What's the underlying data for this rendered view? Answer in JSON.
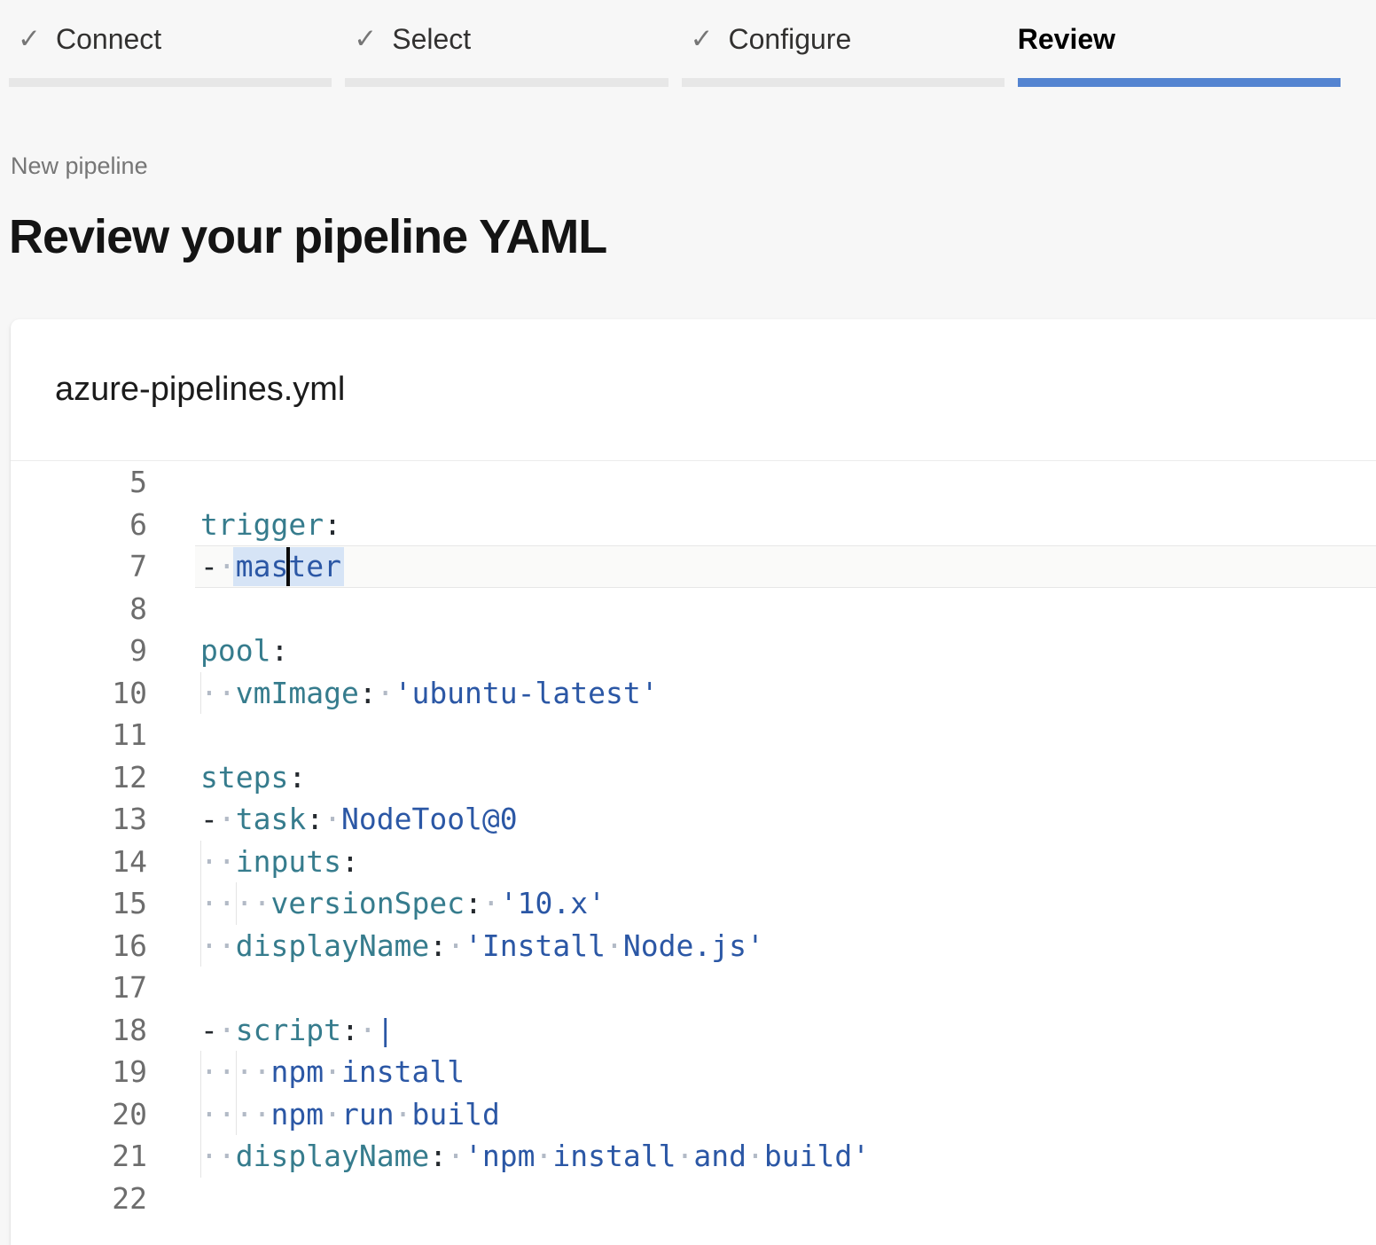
{
  "stepper": {
    "check_glyph": "✓",
    "steps": [
      {
        "label": "Connect",
        "completed": true,
        "active": false
      },
      {
        "label": "Select",
        "completed": true,
        "active": false
      },
      {
        "label": "Configure",
        "completed": true,
        "active": false
      },
      {
        "label": "Review",
        "completed": false,
        "active": true
      }
    ]
  },
  "page": {
    "eyebrow": "New pipeline",
    "title": "Review your pipeline YAML"
  },
  "card": {
    "filename": "azure-pipelines.yml"
  },
  "editor": {
    "lines": [
      {
        "num": 5,
        "tokens": []
      },
      {
        "num": 6,
        "tokens": [
          [
            "key",
            "trigger"
          ],
          [
            "punc",
            ":"
          ]
        ]
      },
      {
        "num": 7,
        "current": true,
        "cursorCol": 5,
        "selection": {
          "startCol": 2,
          "endCol": 8
        },
        "tokens": [
          [
            "punc",
            "-"
          ],
          [
            "ws",
            " "
          ],
          [
            "val",
            "master"
          ]
        ]
      },
      {
        "num": 8,
        "tokens": []
      },
      {
        "num": 9,
        "tokens": [
          [
            "key",
            "pool"
          ],
          [
            "punc",
            ":"
          ]
        ]
      },
      {
        "num": 10,
        "tokens": [
          [
            "ws",
            "  "
          ],
          [
            "key",
            "vmImage"
          ],
          [
            "punc",
            ":"
          ],
          [
            "ws",
            " "
          ],
          [
            "str",
            "'ubuntu-latest'"
          ]
        ]
      },
      {
        "num": 11,
        "tokens": []
      },
      {
        "num": 12,
        "tokens": [
          [
            "key",
            "steps"
          ],
          [
            "punc",
            ":"
          ]
        ]
      },
      {
        "num": 13,
        "tokens": [
          [
            "punc",
            "-"
          ],
          [
            "ws",
            " "
          ],
          [
            "key",
            "task"
          ],
          [
            "punc",
            ":"
          ],
          [
            "ws",
            " "
          ],
          [
            "val",
            "NodeTool@0"
          ]
        ]
      },
      {
        "num": 14,
        "tokens": [
          [
            "ws",
            "  "
          ],
          [
            "key",
            "inputs"
          ],
          [
            "punc",
            ":"
          ]
        ]
      },
      {
        "num": 15,
        "tokens": [
          [
            "ws",
            "    "
          ],
          [
            "key",
            "versionSpec"
          ],
          [
            "punc",
            ":"
          ],
          [
            "ws",
            " "
          ],
          [
            "str",
            "'10.x'"
          ]
        ]
      },
      {
        "num": 16,
        "tokens": [
          [
            "ws",
            "  "
          ],
          [
            "key",
            "displayName"
          ],
          [
            "punc",
            ":"
          ],
          [
            "ws",
            " "
          ],
          [
            "str",
            "'Install Node.js'"
          ]
        ]
      },
      {
        "num": 17,
        "tokens": []
      },
      {
        "num": 18,
        "tokens": [
          [
            "punc",
            "-"
          ],
          [
            "ws",
            " "
          ],
          [
            "key",
            "script"
          ],
          [
            "punc",
            ":"
          ],
          [
            "ws",
            " "
          ],
          [
            "pipe",
            "|"
          ]
        ]
      },
      {
        "num": 19,
        "tokens": [
          [
            "ws",
            "    "
          ],
          [
            "val",
            "npm"
          ],
          [
            "ws",
            " "
          ],
          [
            "val",
            "install"
          ]
        ]
      },
      {
        "num": 20,
        "tokens": [
          [
            "ws",
            "    "
          ],
          [
            "val",
            "npm"
          ],
          [
            "ws",
            " "
          ],
          [
            "val",
            "run"
          ],
          [
            "ws",
            " "
          ],
          [
            "val",
            "build"
          ]
        ]
      },
      {
        "num": 21,
        "tokens": [
          [
            "ws",
            "  "
          ],
          [
            "key",
            "displayName"
          ],
          [
            "punc",
            ":"
          ],
          [
            "ws",
            " "
          ],
          [
            "str",
            "'npm install and build'"
          ]
        ]
      },
      {
        "num": 22,
        "tokens": []
      }
    ]
  },
  "colors": {
    "accent": "#5484d1",
    "bar_completed": "#e7e7e7",
    "yaml_key": "#367c8d",
    "yaml_value": "#2b57a5",
    "punctuation": "#24292e",
    "whitespace_dot": "#b2bac6",
    "line_number": "#6d6d6d",
    "selection": "#d6e4f6",
    "cursor": "#0a0a0a",
    "current_line_bg": "#fafaf9",
    "current_line_border": "#e7e7e7",
    "indent_guide": "#e4e4e4",
    "page_bg": "#f7f7f7",
    "card_bg": "#ffffff",
    "heading": "#141414",
    "muted_text": "#767676"
  }
}
